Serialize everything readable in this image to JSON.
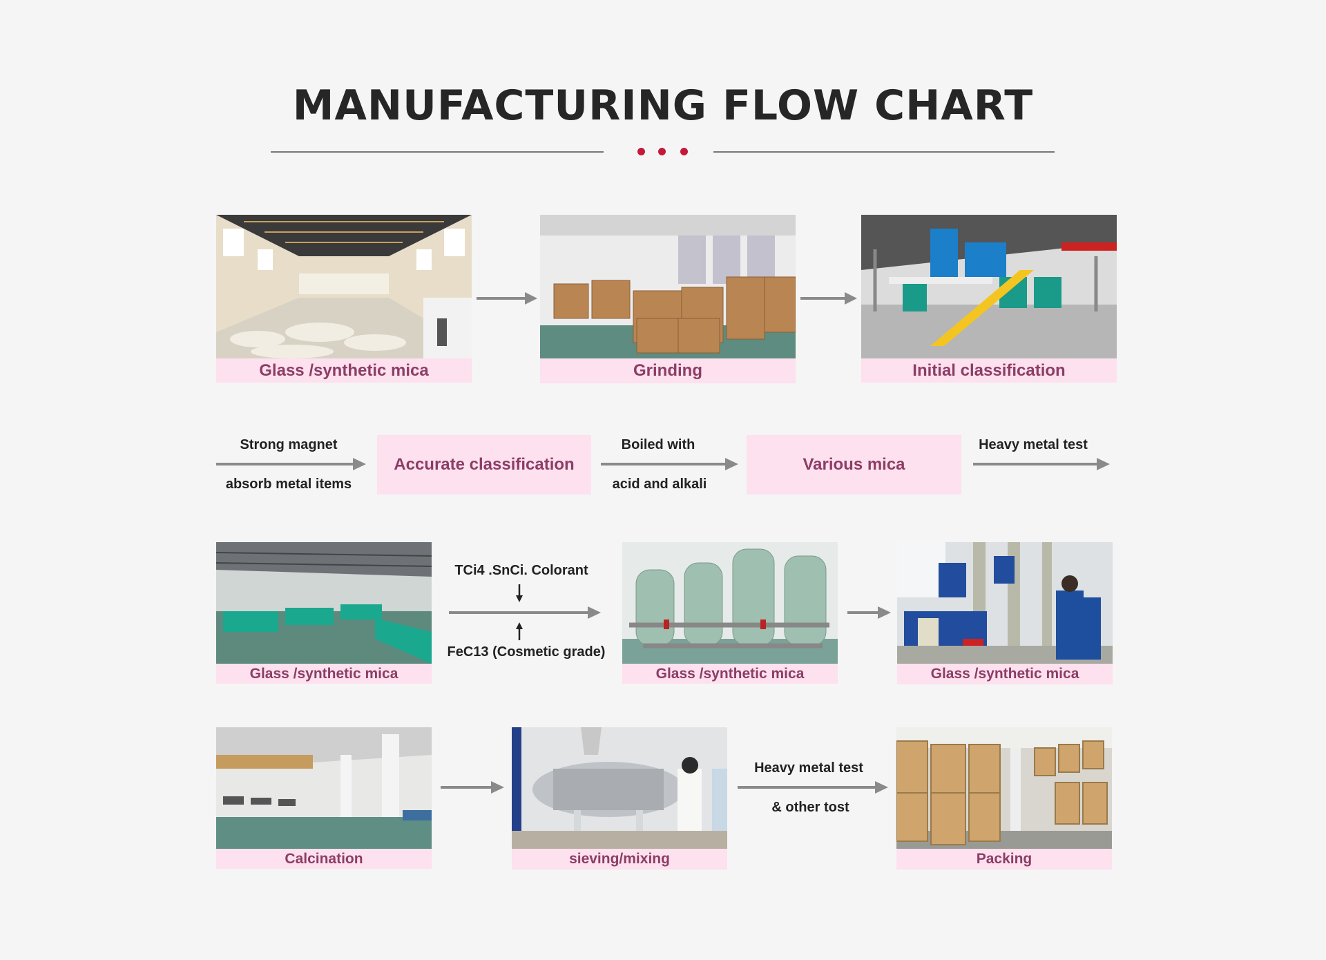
{
  "title": "MANUFACTURING FLOW CHART",
  "colors": {
    "accent": "#c4193a",
    "caption_bg": "#fde1ee",
    "caption_text": "#8c3d66",
    "arrow": "#8a8a8a",
    "background": "#f5f5f5"
  },
  "row1": {
    "step1": "Glass /synthetic mica",
    "step2": "Grinding",
    "step3": "Initial classification"
  },
  "row2": {
    "arrow1_top": "Strong magnet",
    "arrow1_bottom": "absorb metal items",
    "box1": "Accurate classification",
    "arrow2_top": "Boiled with",
    "arrow2_bottom": "acid and alkali",
    "box2": "Various mica",
    "arrow3_top": "Heavy metal test"
  },
  "row3": {
    "step1": "Glass /synthetic mica",
    "arrow_top": "TCi4 .SnCi. Colorant",
    "arrow_bottom": "FeC13 (Cosmetic grade)",
    "step2": "Glass /synthetic mica",
    "step3": "Glass /synthetic mica"
  },
  "row4": {
    "step1": "Calcination",
    "step2": "sieving/mixing",
    "arrow_top": "Heavy metal test",
    "arrow_bottom": "& other tost",
    "step3": "Packing"
  },
  "photos": [
    "warehouse-sacks",
    "boxes-storage",
    "classifier-machine",
    "water-tanks",
    "filter-tanks",
    "blue-motor-tanks",
    "empty-hall",
    "sieving-machine",
    "drum-barrels"
  ]
}
